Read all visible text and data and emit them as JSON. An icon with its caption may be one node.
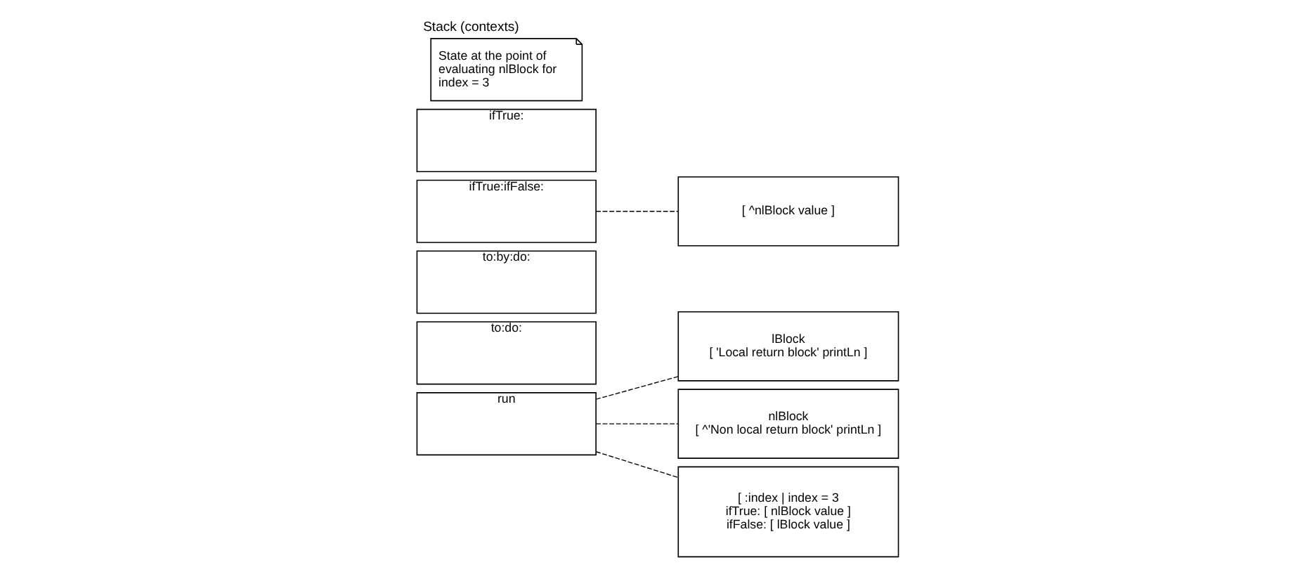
{
  "diagram": {
    "title": "Stack (contexts)",
    "nodes": [
      {
        "text": [
          "run"
        ]
      },
      {
        "text": [
          "to:do:"
        ]
      },
      {
        "text": [
          "to:by:do:"
        ]
      },
      {
        "text": [
          "ifTrue:ifFalse:"
        ]
      },
      {
        "text": [
          "ifTrue:"
        ]
      },
      {
        "text": [
          "lBlock",
          "[ 'Local return block' printLn ]"
        ]
      },
      {
        "text": [
          "nlBlock",
          "[ ^'Non local return block' printLn ]"
        ]
      },
      {
        "text": [
          "[ :index | index = 3 ifTrue: [ nlBlock value ] ifFalse: [ lBlock value ]"
        ]
      },
      {
        "text": [
          "[ ^nlBlock value ]"
        ]
      },
      {
        "text": [
          "State at the point of evaluating nlBlock for index = 3"
        ]
      }
    ],
    "edges": [
      {
        "from": 0,
        "to": 5,
        "arrow": "none",
        "style": "dashed"
      },
      {
        "from": 0,
        "to": 6,
        "arrow": "none",
        "style": "dashed"
      },
      {
        "from": 0,
        "to": 7,
        "arrow": "none",
        "style": "dashed"
      },
      {
        "from": 3,
        "to": 8,
        "arrow": "none",
        "style": "dashed"
      }
    ]
  }
}
